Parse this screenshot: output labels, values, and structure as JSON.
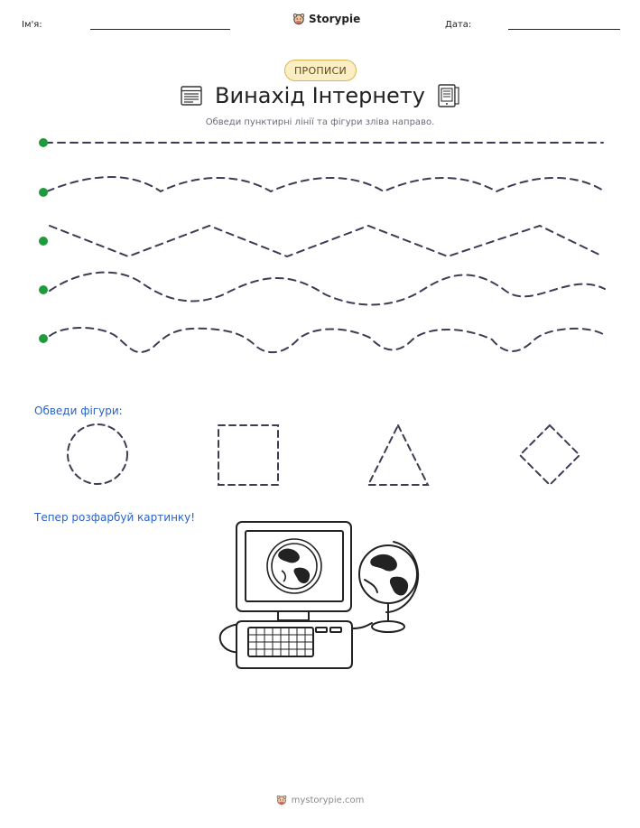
{
  "header": {
    "name_label": "Ім'я:",
    "date_label": "Дата:",
    "brand_name": "Storypie",
    "brand_icon": "storypie-bear-icon"
  },
  "badge": "ПРОПИСИ",
  "title": "Винахід Інтернету",
  "title_icons": [
    "newspaper-icon",
    "server-icon"
  ],
  "subtitle": "Обведи пунктирні лінії та фігури зліва направо.",
  "tracing_lines": [
    {
      "pattern": "straight"
    },
    {
      "pattern": "gentle-wave"
    },
    {
      "pattern": "zigzag"
    },
    {
      "pattern": "wave"
    },
    {
      "pattern": "bumpy-wave"
    }
  ],
  "shapes_section": {
    "label": "Обведи фігури:",
    "shapes": [
      "circle",
      "square",
      "triangle",
      "diamond"
    ]
  },
  "coloring_section": {
    "label": "Тепер розфарбуй картинку!",
    "picture": "computer-with-globe-illustration"
  },
  "footer": {
    "text": "mystorypie.com",
    "icon": "storypie-bear-icon"
  },
  "colors": {
    "dash": "#3b3d55",
    "start_dot": "#1f9a3c",
    "accent_text": "#2a63c7",
    "badge_fill": "#fbeec4",
    "badge_border": "#d9b64f"
  }
}
